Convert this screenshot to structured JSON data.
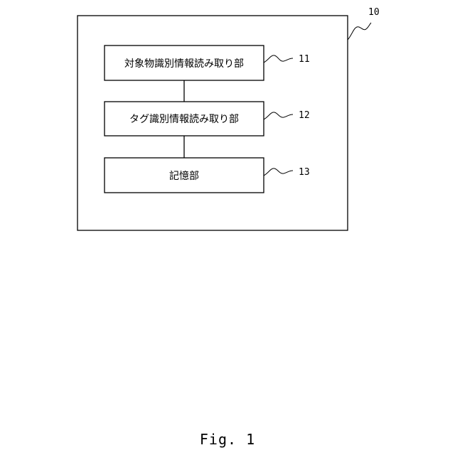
{
  "device": {
    "ref": "10"
  },
  "blocks": [
    {
      "label": "対象物識別情報読み取り部",
      "ref": "11"
    },
    {
      "label": "タグ識別情報読み取り部",
      "ref": "12"
    },
    {
      "label": "記憶部",
      "ref": "13"
    }
  ],
  "caption": "Fig. 1"
}
